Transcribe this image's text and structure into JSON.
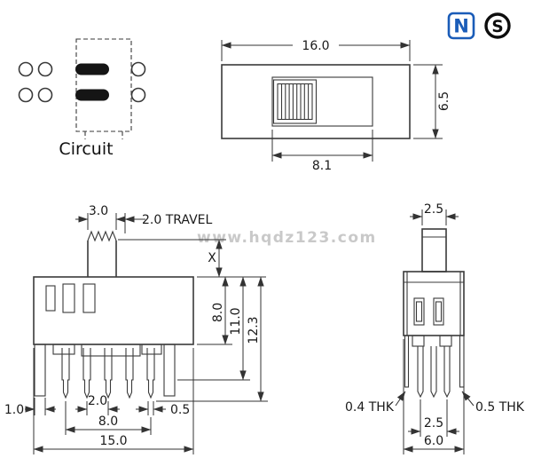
{
  "logos": {
    "n": "N",
    "s": "S"
  },
  "watermark": "www.hqdz123.com",
  "circuit": {
    "label": "Circuit"
  },
  "top_view": {
    "width": "16.0",
    "height": "6.5",
    "slot_width": "8.1"
  },
  "front_view": {
    "knob_width": "3.0",
    "travel": "2.0 TRAVEL",
    "knob_height": "X",
    "body_height": "8.0",
    "shoulder_height": "11.0",
    "total_height": "12.3",
    "leg_width": "1.0",
    "pin_pitch": "2.0",
    "pin_thickness": "0.5",
    "pin_span": "8.0",
    "body_width": "15.0"
  },
  "side_view": {
    "knob_width": "2.5",
    "left_thickness": "0.4 THK",
    "right_thickness": "0.5 THK",
    "pin_span": "2.5",
    "body_depth": "6.0"
  },
  "colors": {
    "line": "#3a3a3a",
    "logo_blue": "#1a5cb8",
    "watermark_gray": "#c9c9c9"
  }
}
